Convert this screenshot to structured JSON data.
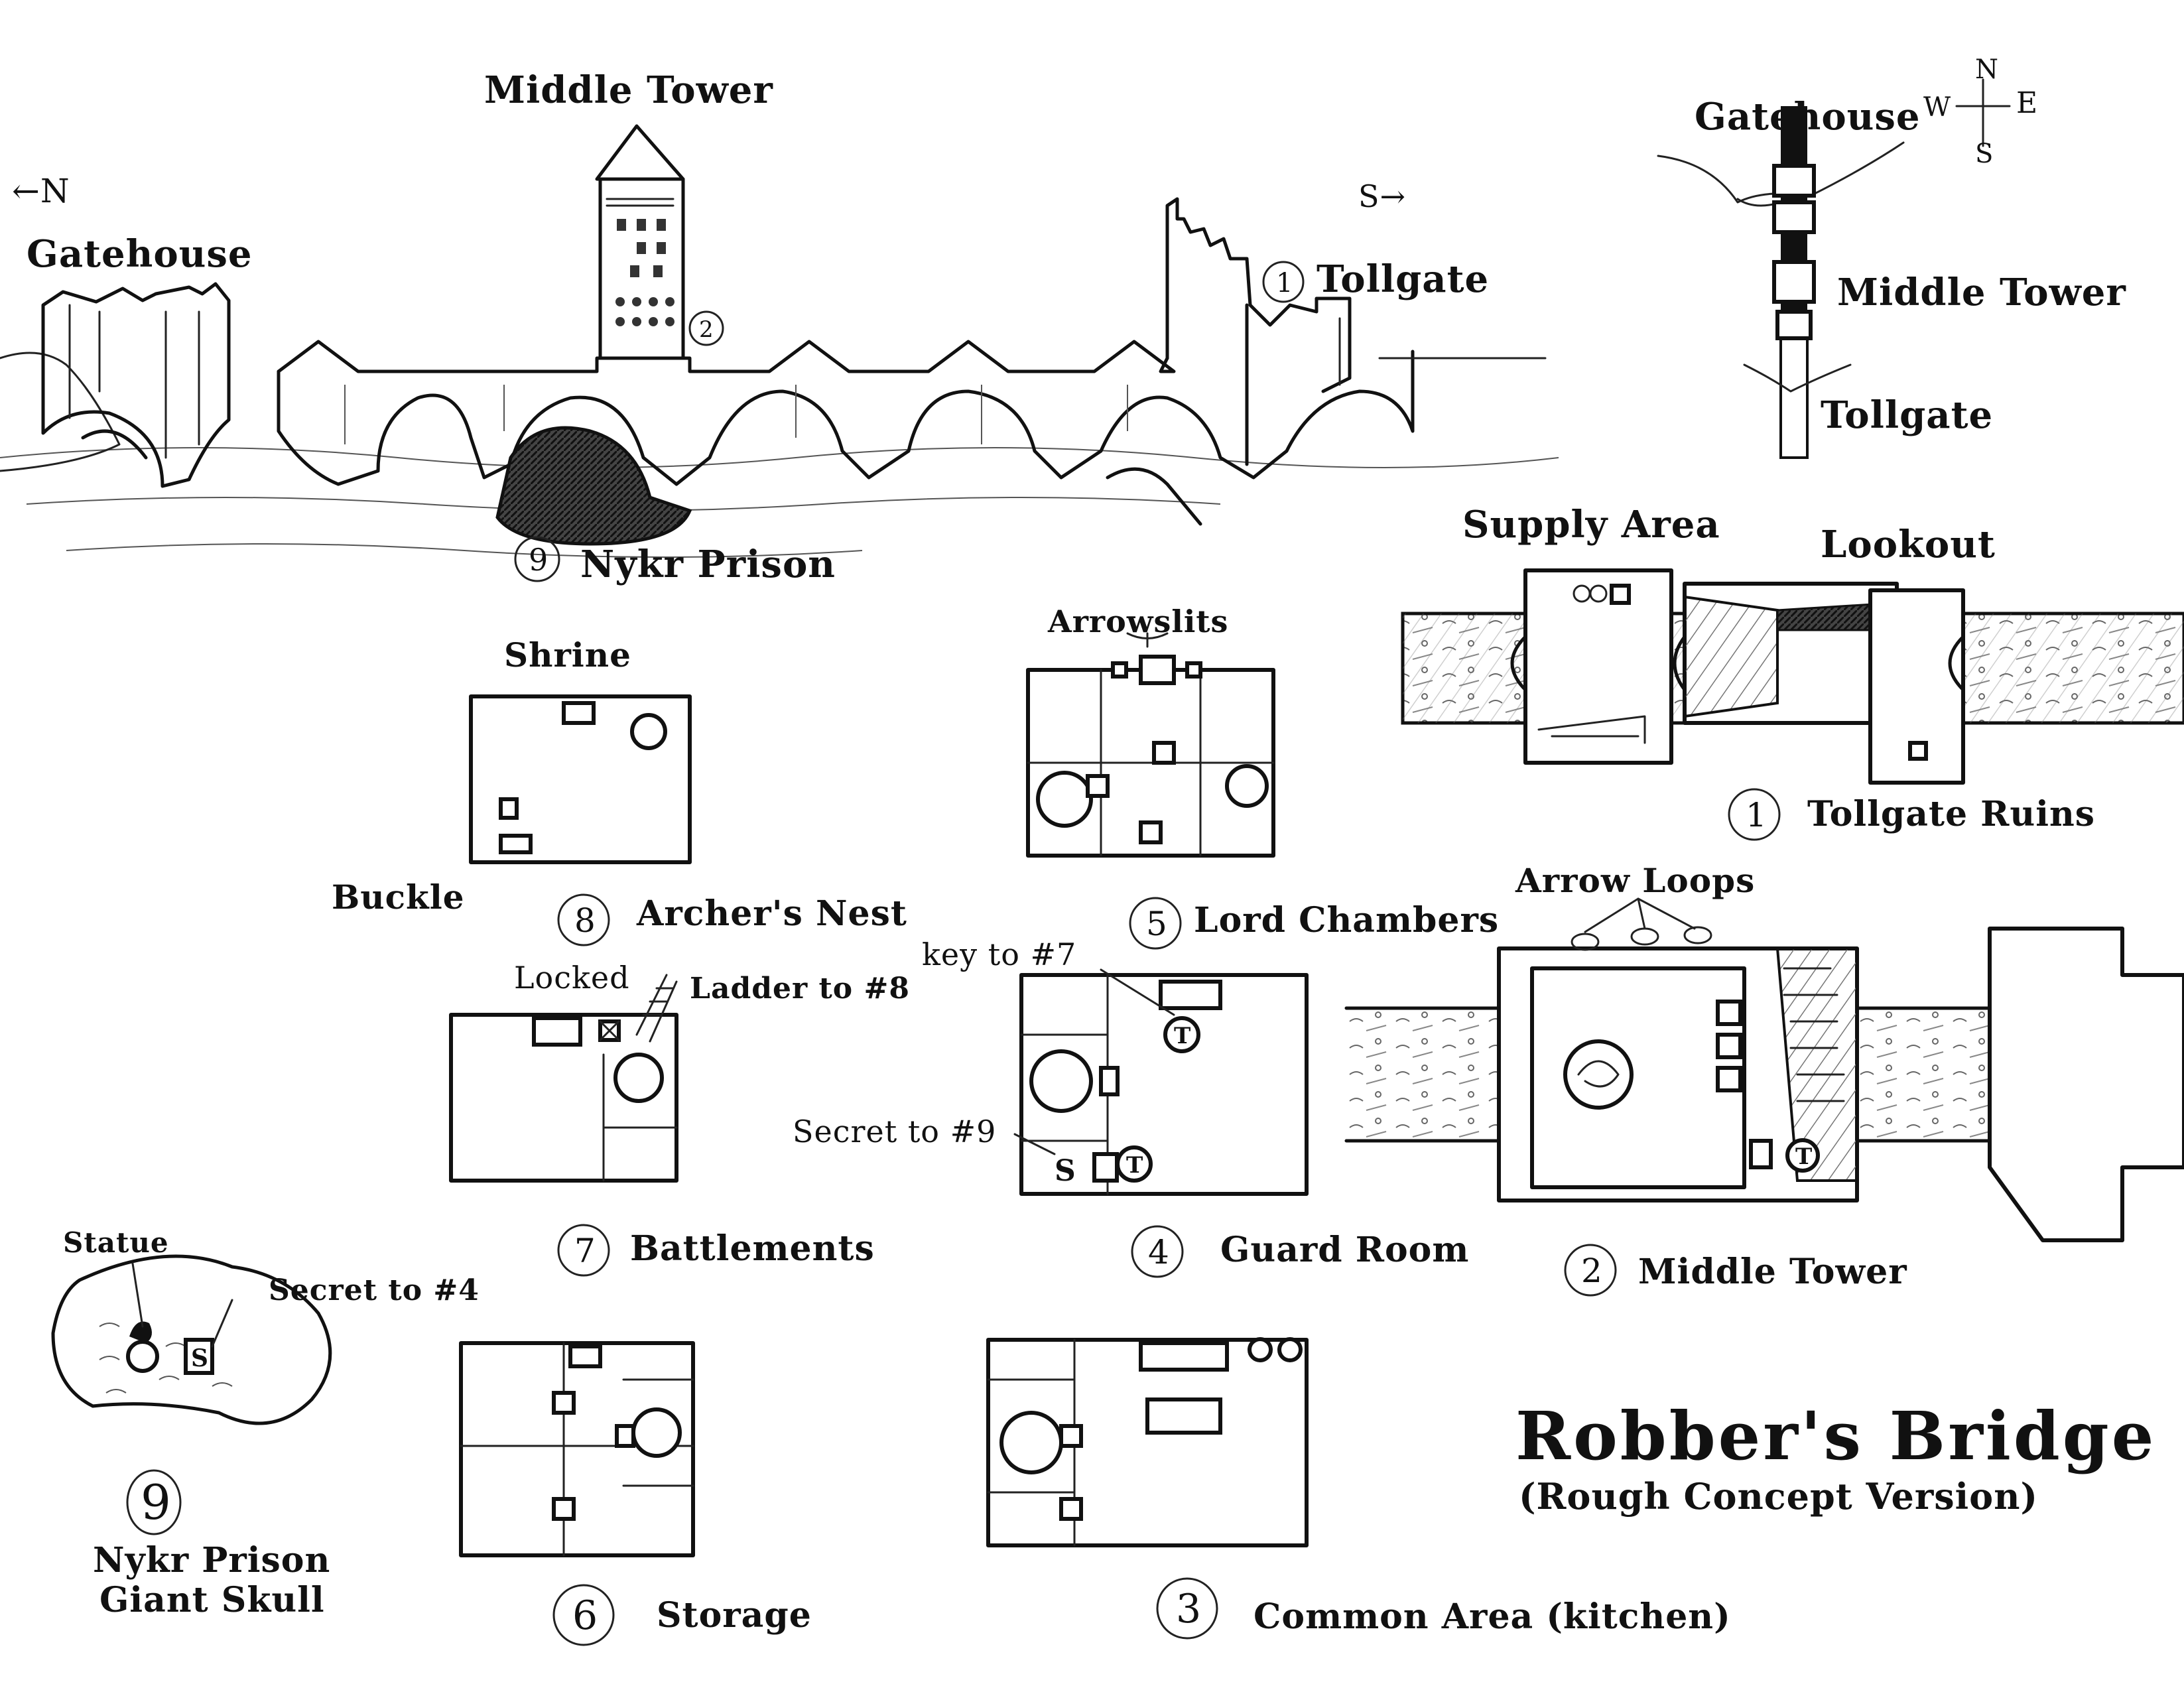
{
  "title": "Robber's Bridge",
  "subtitle": "(Rough Concept Version)",
  "elevation": {
    "compass_north": "←N",
    "compass_south": "S→",
    "gatehouse_label": "Gatehouse",
    "middle_tower_label": "Middle Tower",
    "middle_tower_number": "2",
    "tollgate_number": "1",
    "tollgate_label": "Tollgate",
    "prison_number": "9",
    "prison_label": "Nykr Prison"
  },
  "overview": {
    "compass": {
      "n": "N",
      "w": "W",
      "e": "E",
      "s": "S"
    },
    "gatehouse_label": "Gatehouse",
    "middle_tower_label": "Middle Tower",
    "tollgate_label": "Tollgate"
  },
  "rooms": [
    {
      "id": "tollgate-ruins",
      "number": "1",
      "name": "Tollgate Ruins",
      "notes": [
        "Supply Area",
        "Lookout"
      ]
    },
    {
      "id": "middle-tower",
      "number": "2",
      "name": "Middle Tower",
      "notes": [
        "Arrow Loops"
      ]
    },
    {
      "id": "common-area",
      "number": "3",
      "name": "Common Area (kitchen)",
      "notes": []
    },
    {
      "id": "guard-room",
      "number": "4",
      "name": "Guard Room",
      "notes": [
        "key to #7",
        "Secret to #9"
      ]
    },
    {
      "id": "lord-chambers",
      "number": "5",
      "name": "Lord Chambers",
      "notes": [
        "Arrowslits"
      ]
    },
    {
      "id": "storage",
      "number": "6",
      "name": "Storage",
      "notes": []
    },
    {
      "id": "battlements",
      "number": "7",
      "name": "Battlements",
      "notes": [
        "Locked",
        "Ladder to #8"
      ]
    },
    {
      "id": "archers-nest",
      "number": "8",
      "name": "Archer's Nest",
      "notes": [
        "Shrine",
        "Buckle"
      ]
    },
    {
      "id": "nykr-prison",
      "number": "9",
      "name": "Nykr Prison",
      "subname": "Giant Skull",
      "notes": [
        "Statue",
        "Secret to #4"
      ]
    }
  ],
  "markers": {
    "trap": "T",
    "secret": "S"
  },
  "colors": {
    "ink": "#111111",
    "paper": "#ffffff",
    "shade": "#555555"
  }
}
